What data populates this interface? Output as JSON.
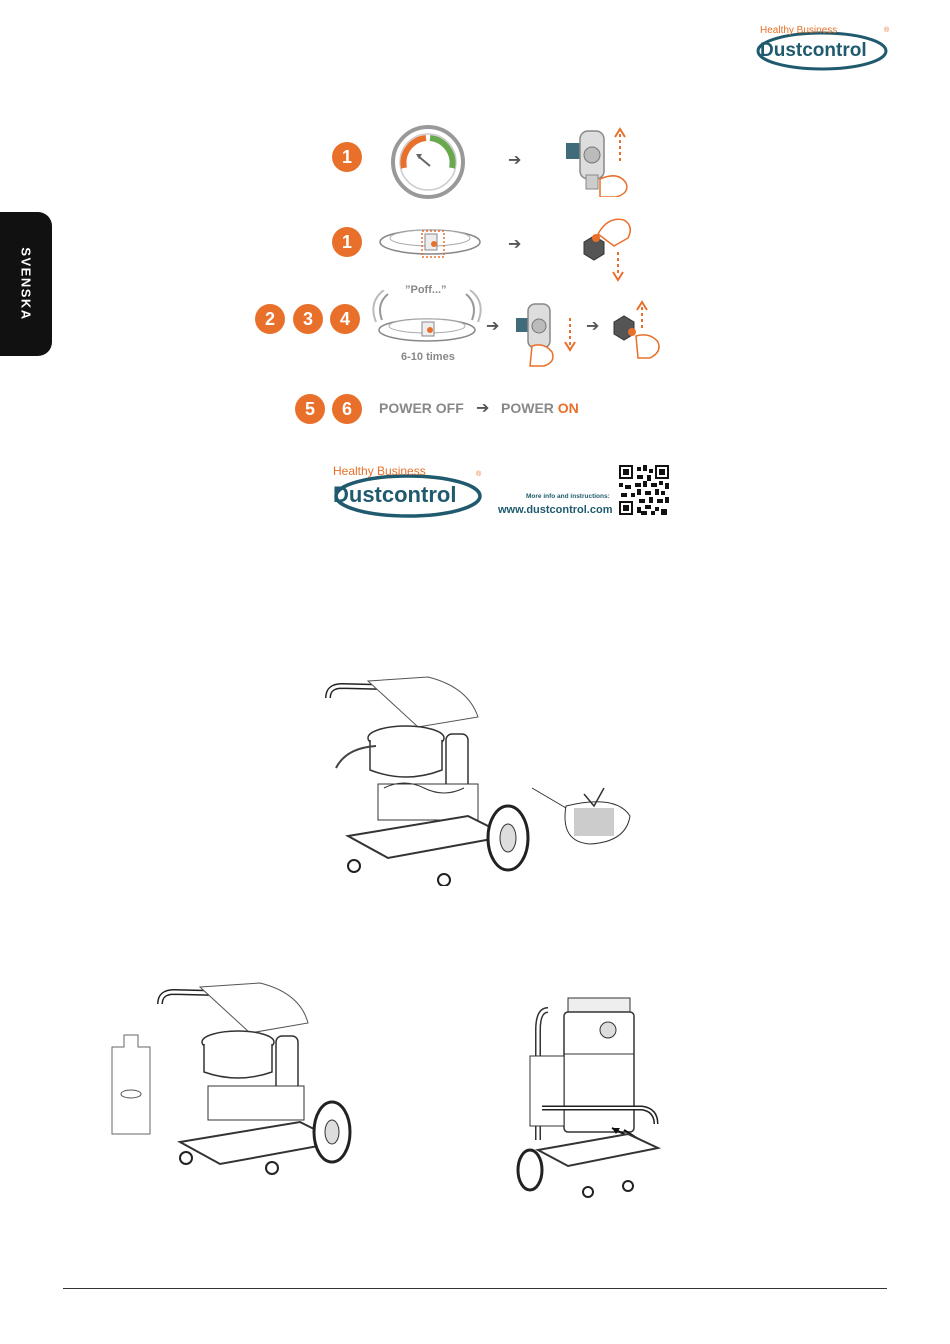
{
  "brand": {
    "tagline": "Healthy Business",
    "name": "Dustcontrol",
    "registered": "®"
  },
  "side_tab": {
    "label": "SVENSKA"
  },
  "steps": {
    "row1_badge": "1",
    "row2_badge": "1",
    "row3_badges": [
      "2",
      "3",
      "4"
    ],
    "poff_label": "”Poff...”",
    "times_label": "6-10 times",
    "row4_badges": [
      "5",
      "6"
    ],
    "power_off": "POWER OFF",
    "power_on_prefix": "POWER",
    "power_on_state": "ON",
    "arrow": "➔"
  },
  "info_block": {
    "more_info": "More info and instructions:",
    "url": "www.dustcontrol.com"
  },
  "colors": {
    "accent": "#e8702a",
    "brand_blue": "#1f5a6e",
    "gauge_green": "#6aa84f"
  }
}
